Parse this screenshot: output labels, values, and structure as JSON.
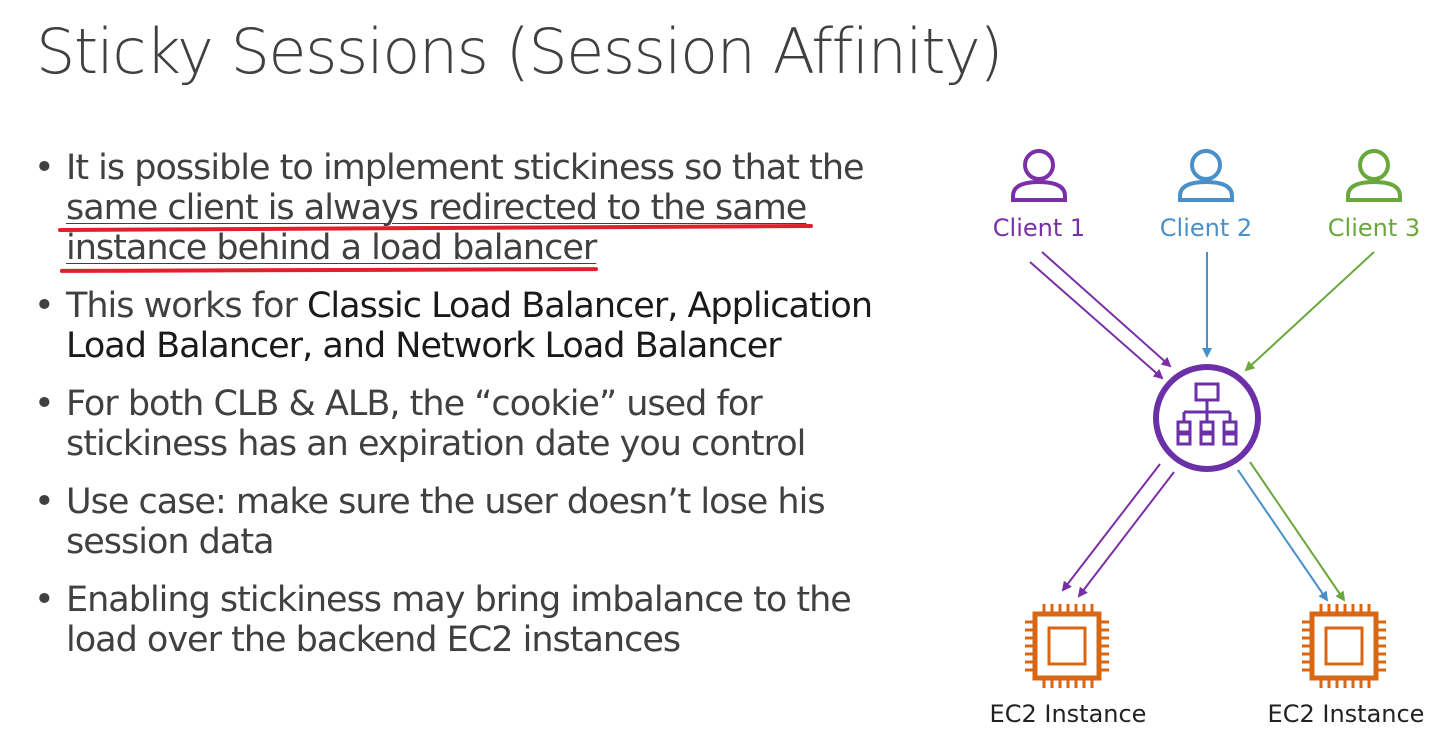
{
  "title": "Sticky Sessions (Session Affinity)",
  "bullets": [
    {
      "text_before": "It is possible to implement stickiness so that the",
      "text_underlined": "same client is always redirected to the same instance behind a load balancer"
    },
    {
      "text_before": "This works for ",
      "text_emphasis": "Classic Load Balancer, Application Load Balancer, and Network Load Balancer"
    },
    {
      "text": "For both CLB & ALB, the “cookie” used for stickiness has an expiration date you control"
    },
    {
      "text": "Use case: make sure the user doesn’t lose his session data"
    },
    {
      "text": "Enabling stickiness may bring imbalance to the load over the backend EC2 instances"
    }
  ],
  "diagram": {
    "clients": [
      {
        "label": "Client 1",
        "color": "#7a2fa8"
      },
      {
        "label": "Client 2",
        "color": "#4a90c8"
      },
      {
        "label": "Client 3",
        "color": "#6aa83c"
      }
    ],
    "load_balancer": {
      "icon": "load-balancer-icon",
      "color": "#6b2fa8"
    },
    "instances": [
      {
        "label": "EC2 Instance",
        "icon": "ec2-chip-icon",
        "color": "#d86613"
      },
      {
        "label": "EC2 Instance",
        "icon": "ec2-chip-icon",
        "color": "#d86613"
      }
    ],
    "highlight_color": "#e0202a"
  }
}
